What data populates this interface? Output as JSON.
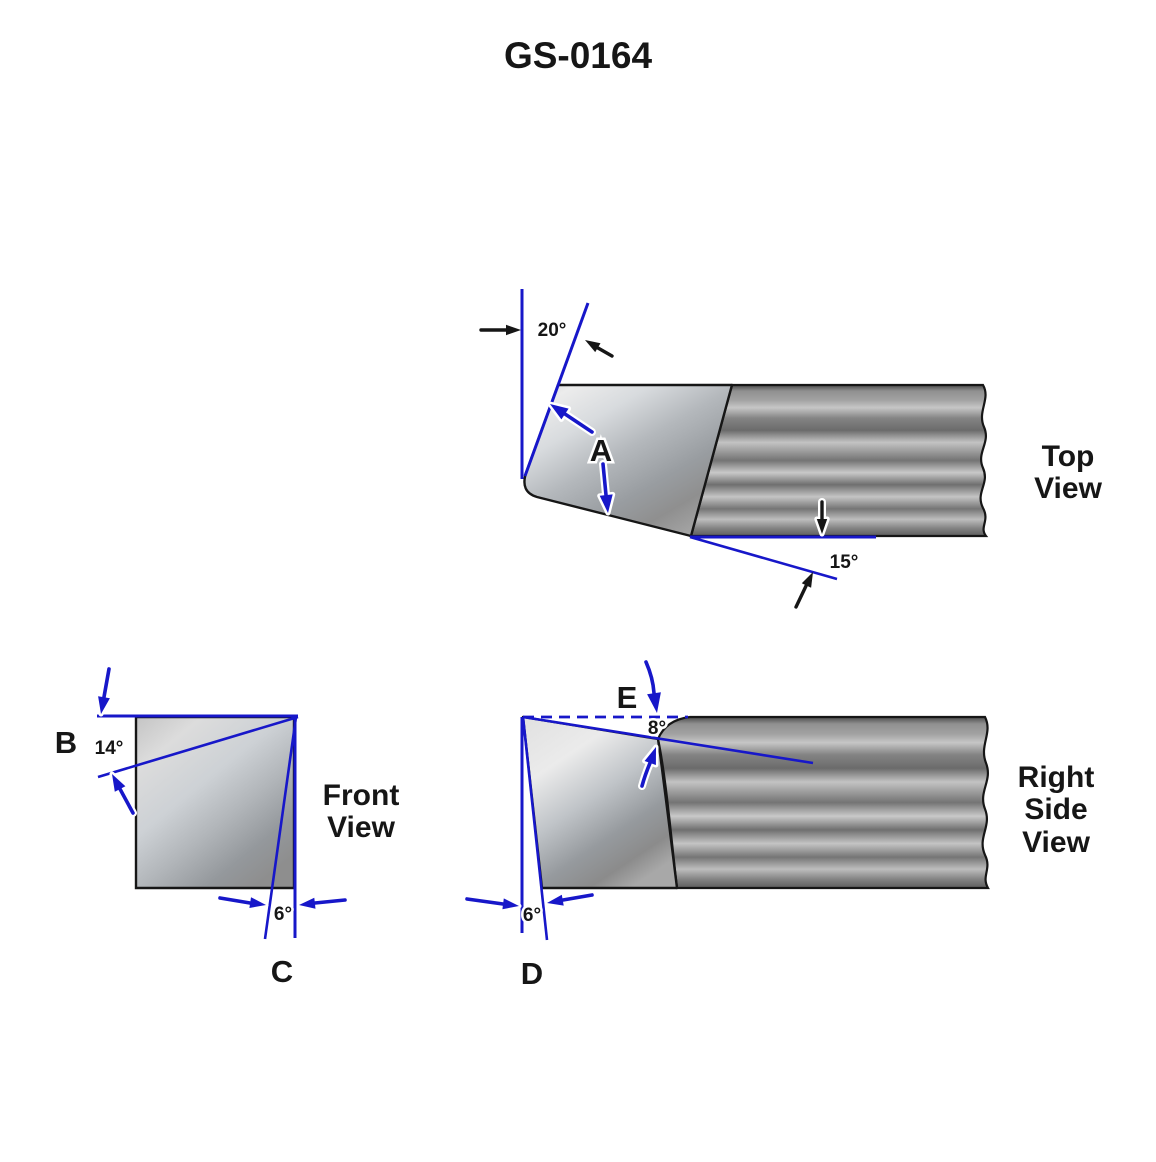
{
  "title": "GS-0164",
  "colors": {
    "line_blue": "#1717c9",
    "outline_black": "#161616"
  },
  "top_view": {
    "caption": [
      "Top",
      "View"
    ],
    "angle_20": "20°",
    "angle_15": "15°",
    "label_a": "A"
  },
  "front_view": {
    "caption": [
      "Front",
      "View"
    ],
    "angle_14": "14°",
    "angle_6": "6°",
    "label_b": "B",
    "label_c": "C"
  },
  "side_view": {
    "caption": [
      "Right",
      "Side",
      "View"
    ],
    "angle_8": "8°",
    "angle_6": "6°",
    "label_d": "D",
    "label_e": "E"
  }
}
